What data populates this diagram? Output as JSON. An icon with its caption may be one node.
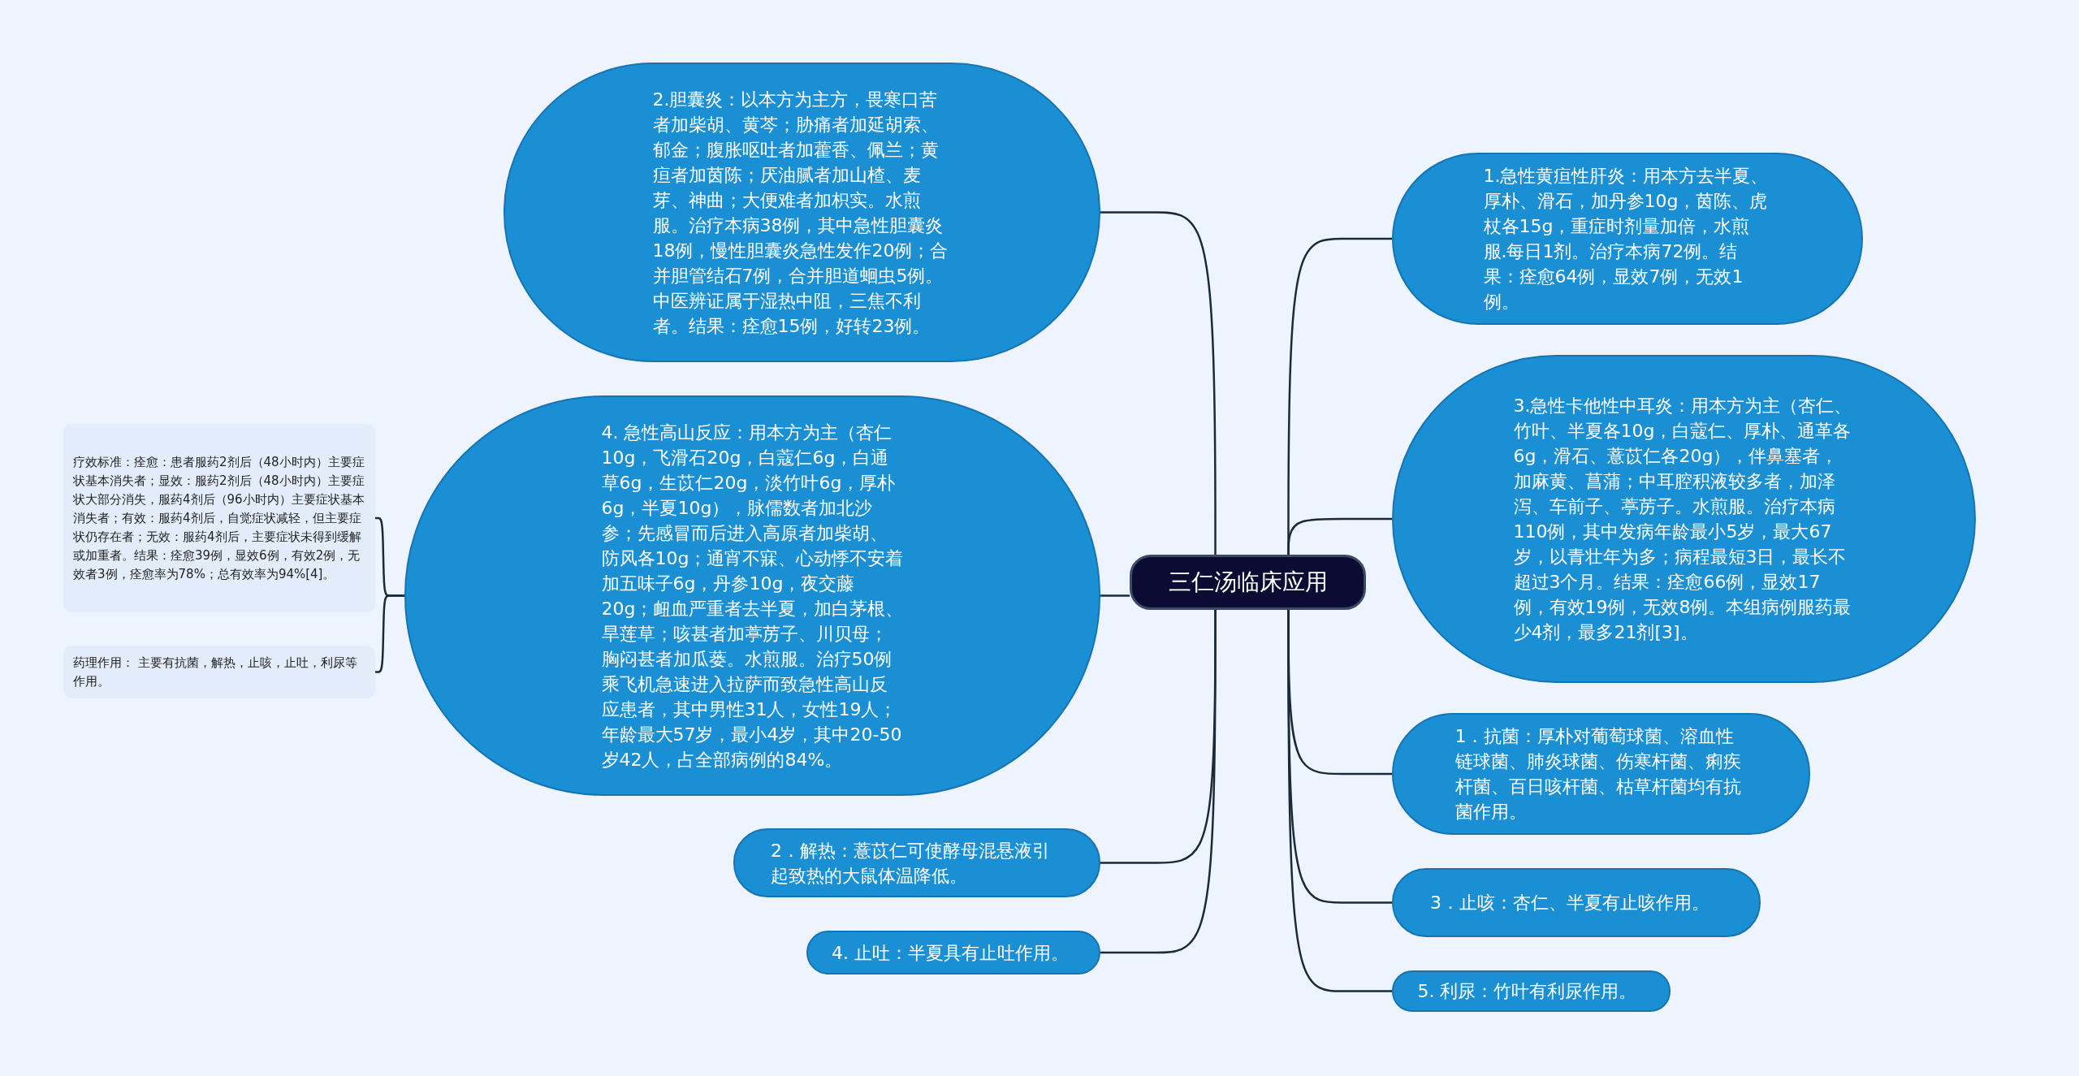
{
  "diagram": {
    "nodes": [
      {
        "text": [
          "三仁汤临床应用"
        ]
      },
      {
        "text": [
          "2.胆囊炎：以本方为主方，畏寒口苦者加柴胡、黄芩；胁痛者加延胡索、郁金；腹胀呕吐者加藿香、佩兰；黄疸者加茵陈；厌油腻者加山楂、麦芽、神曲；大便难者加枳实。水煎服。治疗本病38例，其中急性胆囊炎18例，慢性胆囊炎急性发作20例；合并胆管结石7例，合并胆道蛔虫5例。中医辨证属于湿热中阻，三焦不利者。结果：痊愈15例，好转23例。"
        ]
      },
      {
        "text": [
          "4. 急性高山反应：用本方为主（杏仁10g，飞滑石20g，白蔻仁6g，白通草6g，生苡仁20g，淡竹叶6g，厚朴6g，半夏10g），脉儒数者加北沙参；先感冒而后进入高原者加柴胡、防风各10g；通宵不寐、心动悸不安着加五味子6g，丹参10g，夜交藤20g；衄血严重者去半夏，加白茅根、旱莲草；咳甚者加葶苈子、川贝母；胸闷甚者加瓜蒌。水煎服。治疗50例乘飞机急速进入拉萨而致急性高山反应患者，其中男性31人，女性19人；年龄最大57岁，最小4岁，其中20-50岁42人，占全部病例的84%。"
        ]
      },
      {
        "text": [
          "疗效标准：痊愈：患者服药2剂后（48小时内）主要症状基本消失者；显效：服药2剂后（48小时内）主要症状大部分消失，服药4剂后（96小时内）主要症状基本消失者；有效：服药4剂后，自觉症状减轻，但主要症状仍存在者；无效：服药4剂后，主要症状未得到缓解或加重者。结果：痊愈39例，显效6例，有效2例，无效者3例，痊愈率为78%；总有效率为94%[4]。"
        ]
      },
      {
        "text": [
          "药理作用： 主要有抗菌，解热，止咳，止吐，利尿等作用。"
        ]
      },
      {
        "text": [
          "2．解热：薏苡仁可使酵母混悬液引起致热的大鼠体温降低。"
        ]
      },
      {
        "text": [
          "4. 止吐：半夏具有止吐作用。"
        ]
      },
      {
        "text": [
          "1.急性黄疸性肝炎：用本方去半夏、厚朴、滑石，加丹参10g，茵陈、虎杖各15g，重症时剂量加倍，水煎服.每日1剂。治疗本病72例。结果：痊愈64例，显效7例，无效1例。"
        ]
      },
      {
        "text": [
          "3.急性卡他性中耳炎：用本方为主（杏仁、竹叶、半夏各10g，白蔻仁、厚朴、通革各6g，滑石、薏苡仁各20g），伴鼻塞者，加麻黄、菖蒲；中耳腔积液较多者，加泽泻、车前子、葶苈子。水煎服。治疗本病110例，其中发病年龄最小5岁，最大67岁，以青壮年为多；病程最短3日，最长不超过3个月。结果：痊愈66例，显效17例，有效19例，无效8例。本组病例服药最少4剂，最多21剂[3]。"
        ]
      },
      {
        "text": [
          "1．抗菌：厚朴对葡萄球菌、溶血性链球菌、肺炎球菌、伤寒杆菌、痢疾杆菌、百日咳杆菌、枯草杆菌均有抗菌作用。"
        ]
      },
      {
        "text": [
          "3．止咳：杏仁、半夏有止咳作用。"
        ]
      },
      {
        "text": [
          "5. 利尿：竹叶有利尿作用。"
        ]
      }
    ],
    "edges": [
      {
        "from": 0,
        "to": 1,
        "arrow": "none"
      },
      {
        "from": 0,
        "to": 2,
        "arrow": "none"
      },
      {
        "from": 2,
        "to": 3,
        "arrow": "none"
      },
      {
        "from": 2,
        "to": 4,
        "arrow": "none"
      },
      {
        "from": 0,
        "to": 5,
        "arrow": "none"
      },
      {
        "from": 0,
        "to": 6,
        "arrow": "none"
      },
      {
        "from": 0,
        "to": 7,
        "arrow": "none"
      },
      {
        "from": 0,
        "to": 8,
        "arrow": "none"
      },
      {
        "from": 0,
        "to": 9,
        "arrow": "none"
      },
      {
        "from": 0,
        "to": 10,
        "arrow": "none"
      },
      {
        "from": 0,
        "to": 11,
        "arrow": "none"
      }
    ]
  }
}
